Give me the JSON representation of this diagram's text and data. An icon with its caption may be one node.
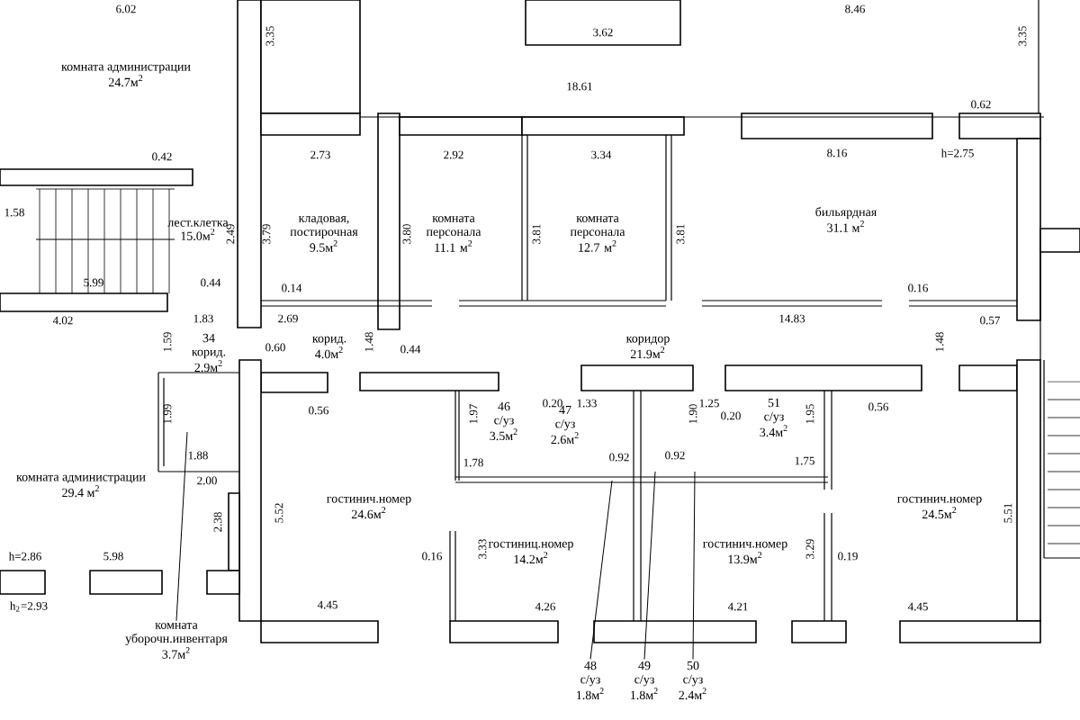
{
  "diagram": {
    "nodes": [
      {
        "text": [
          "комната администрации",
          "24.7м$^{2}$"
        ]
      },
      {
        "text": [
          "лест.клетка",
          "15.0м$^{2}$"
        ]
      },
      {
        "text": [
          "кладовая, постирочная",
          "9.5м$^{2}$"
        ]
      },
      {
        "text": [
          "комната персонала",
          "11.1 м$^{2}$"
        ]
      },
      {
        "text": [
          "комната персонала",
          "12.7 м$^{2}$"
        ]
      },
      {
        "text": [
          "бильярдная",
          "31.1 м$^{2}$"
        ]
      },
      {
        "text": [
          "34",
          "корид.",
          "2.9м$^{2}$"
        ]
      },
      {
        "text": [
          "корид.",
          "4.0м$^{2}$"
        ]
      },
      {
        "text": [
          "коридор",
          "21.9м$^{2}$"
        ]
      },
      {
        "text": [
          "комната администрации",
          "29.4 м$^{2}$"
        ]
      },
      {
        "text": [
          "гостинич.номер",
          "24.6м$^{2}$"
        ]
      },
      {
        "text": [
          "46",
          "с/уз",
          "3.5м$^{2}$"
        ]
      },
      {
        "text": [
          "47",
          "с/уз",
          "2.6м$^{2}$"
        ]
      },
      {
        "text": [
          "51",
          "с/уз",
          "3.4м$^{2}$"
        ]
      },
      {
        "text": [
          "гостиниц.номер",
          "14.2м$^{2}$"
        ]
      },
      {
        "text": [
          "гостинич.номер",
          "13.9м$^{2}$"
        ]
      },
      {
        "text": [
          "гостинич.номер",
          "24.5м$^{2}$"
        ]
      },
      {
        "text": [
          "комната уборочн.инвентаря",
          "3.7м$^{2}$"
        ]
      },
      {
        "text": [
          "48",
          "с/уз",
          "1.8м$^{2}$"
        ]
      },
      {
        "text": [
          "49",
          "с/уз",
          "1.8м$^{2}$"
        ]
      },
      {
        "text": [
          "50",
          "с/уз",
          "2.4м$^{2}$"
        ]
      }
    ],
    "edges": [
      {
        "from": 17,
        "to": null,
        "arrow": "none"
      },
      {
        "from": 18,
        "to": null,
        "arrow": "none"
      },
      {
        "from": 19,
        "to": null,
        "arrow": "none"
      },
      {
        "from": 20,
        "to": null,
        "arrow": "none"
      }
    ],
    "labels": [
      "6.02",
      "8.46",
      "3.35",
      "3.62",
      "3.35",
      "18.61",
      "0.62",
      "0.42",
      "2.73",
      "2.92",
      "3.34",
      "8.16",
      "h=2.75",
      "1.58",
      "2.49",
      "3.79",
      "3.80",
      "3.81",
      "3.81",
      "5.99",
      "0.44",
      "0.14",
      "0.16",
      "4.02",
      "1.83",
      "2.69",
      "14.83",
      "0.57",
      "1.59",
      "0.60",
      "1.48",
      "0.44",
      "1.48",
      "1.99",
      "0.56",
      "1.97",
      "0.20",
      "1.33",
      "1.90",
      "1.25",
      "0.20",
      "1.95",
      "0.56",
      "1.88",
      "1.78",
      "0.92",
      "0.92",
      "1.75",
      "2.00",
      "2.38",
      "5.52",
      "5.51",
      "h=2.86",
      "5.98",
      "0.16",
      "3.33",
      "3.29",
      "0.19",
      "h$_{2}$=2.93",
      "4.45",
      "4.26",
      "4.21",
      "4.45"
    ]
  }
}
